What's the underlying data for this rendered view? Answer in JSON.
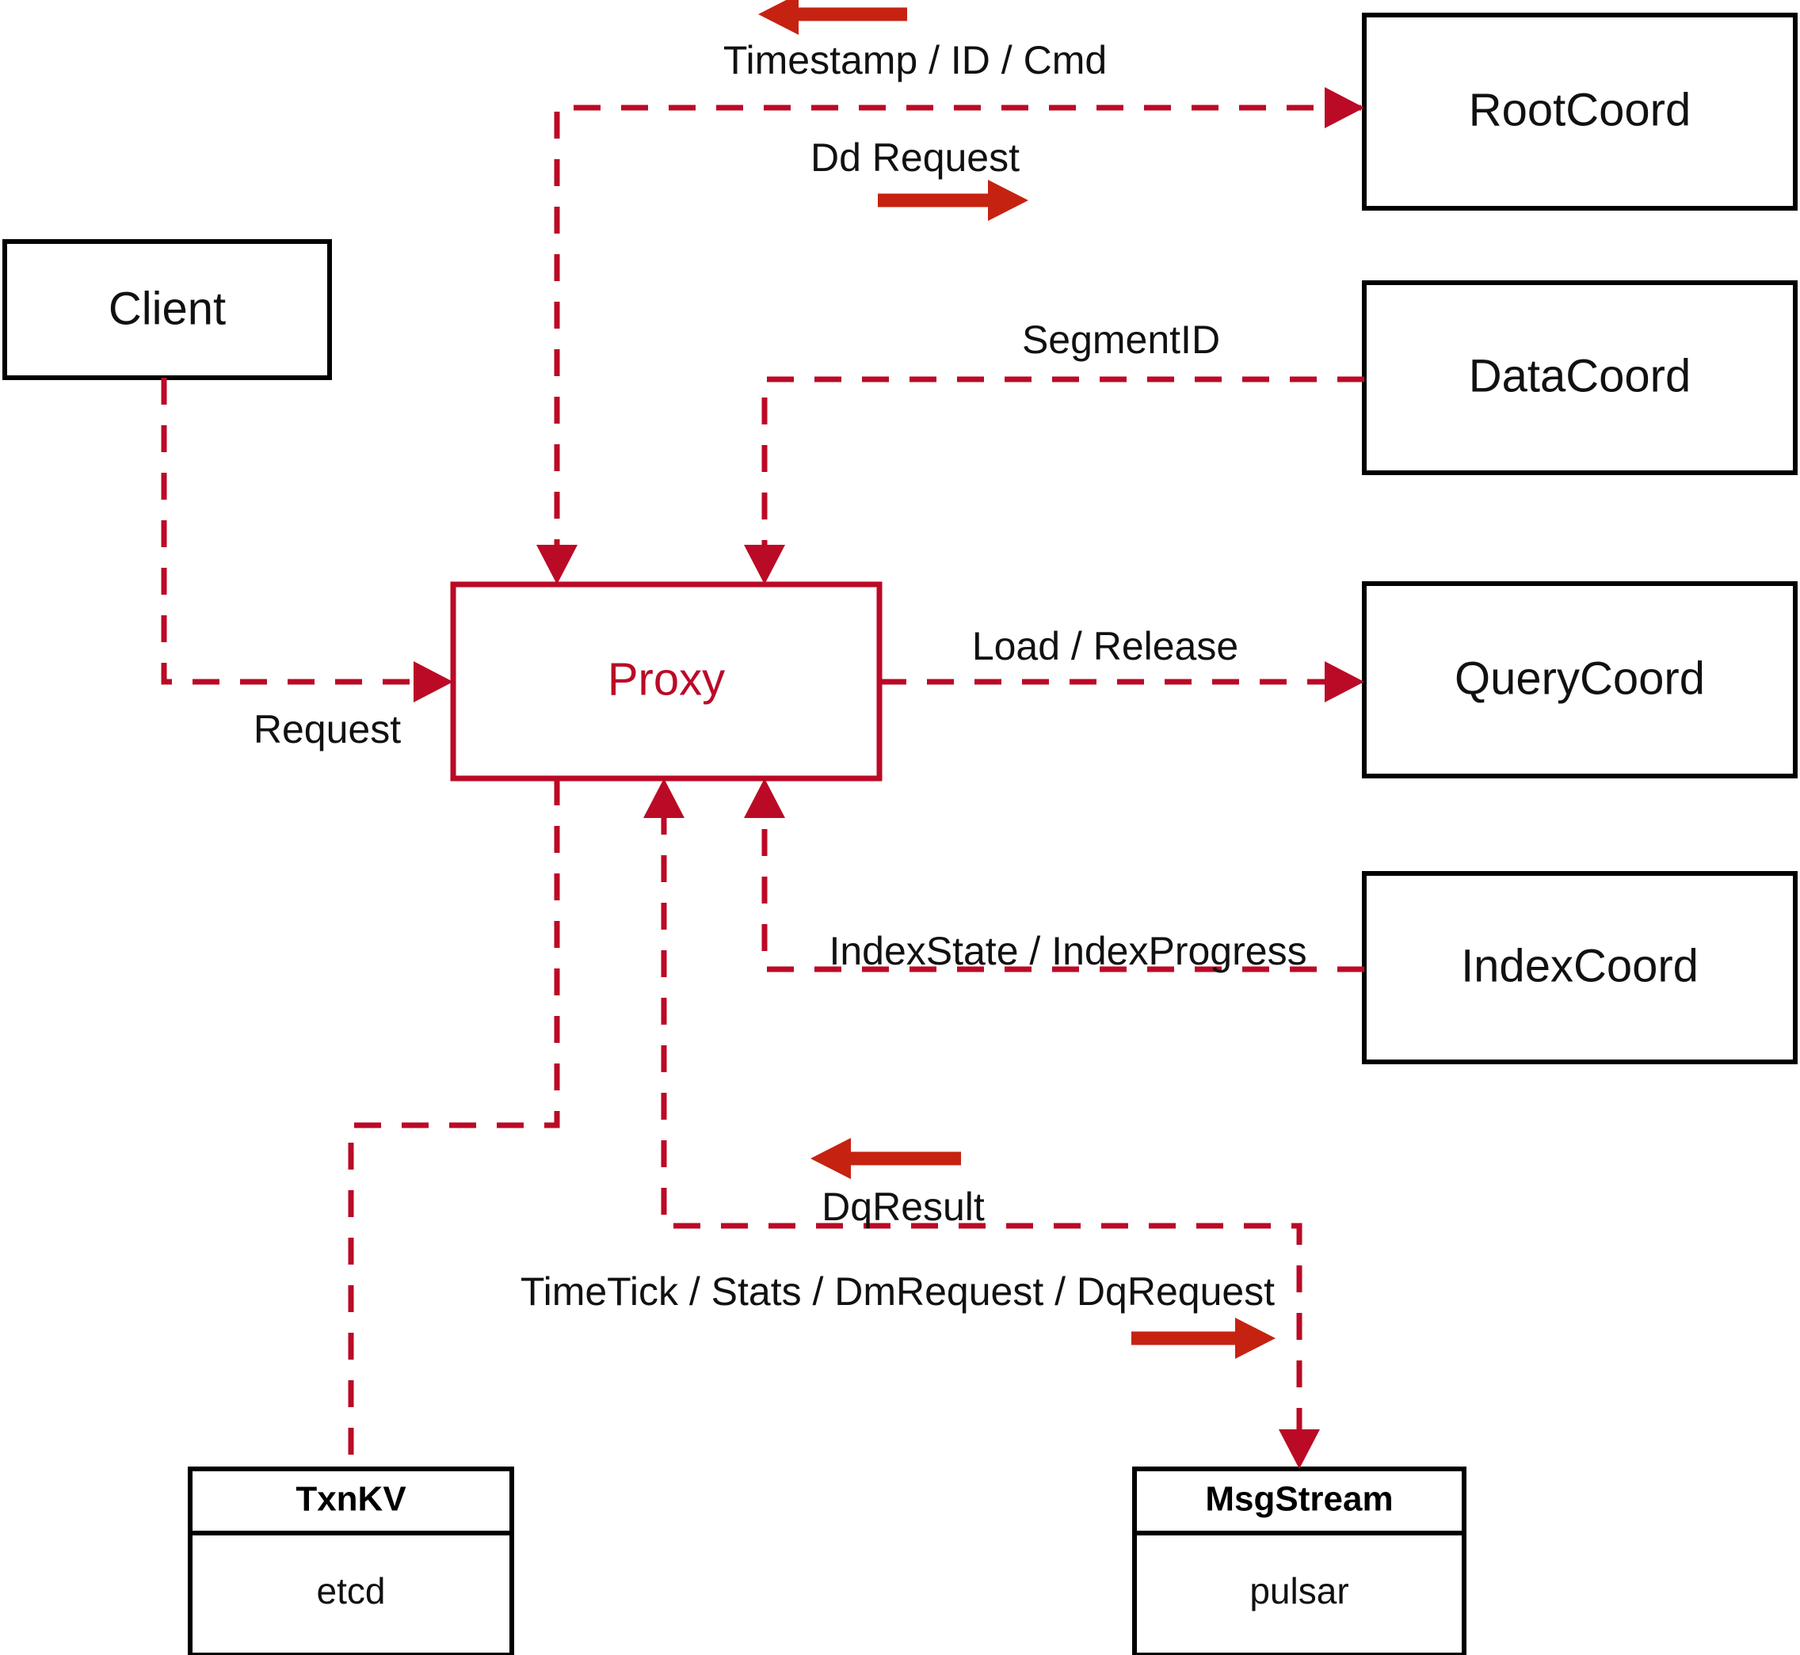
{
  "diagram": {
    "title": "Proxy component interaction diagram",
    "colors": {
      "accent": "#bb0a26",
      "legend_arrow": "#c62211",
      "node_border": "#000000",
      "background": "#ffffff"
    },
    "nodes": {
      "client": {
        "label": "Client"
      },
      "proxy": {
        "label": "Proxy"
      },
      "root_coord": {
        "label": "RootCoord"
      },
      "data_coord": {
        "label": "DataCoord"
      },
      "query_coord": {
        "label": "QueryCoord"
      },
      "index_coord": {
        "label": "IndexCoord"
      },
      "txnkv": {
        "title": "TxnKV",
        "body": "etcd"
      },
      "msgstream": {
        "title": "MsgStream",
        "body": "pulsar"
      }
    },
    "edges": [
      {
        "id": "timestamp-id-cmd",
        "label": "Timestamp / ID / Cmd",
        "direction": "left"
      },
      {
        "id": "dd-request",
        "label": "Dd Request",
        "direction": "right"
      },
      {
        "id": "segment-id",
        "label": "SegmentID",
        "direction": "left"
      },
      {
        "id": "request",
        "label": "Request",
        "direction": "right"
      },
      {
        "id": "load-release",
        "label": "Load / Release",
        "direction": "right"
      },
      {
        "id": "index-state-progress",
        "label": "IndexState / IndexProgress",
        "direction": "left"
      },
      {
        "id": "dq-result",
        "label": "DqResult",
        "direction": "left"
      },
      {
        "id": "timetick-stats",
        "label": "TimeTick / Stats / DmRequest / DqRequest",
        "direction": "right"
      }
    ]
  }
}
